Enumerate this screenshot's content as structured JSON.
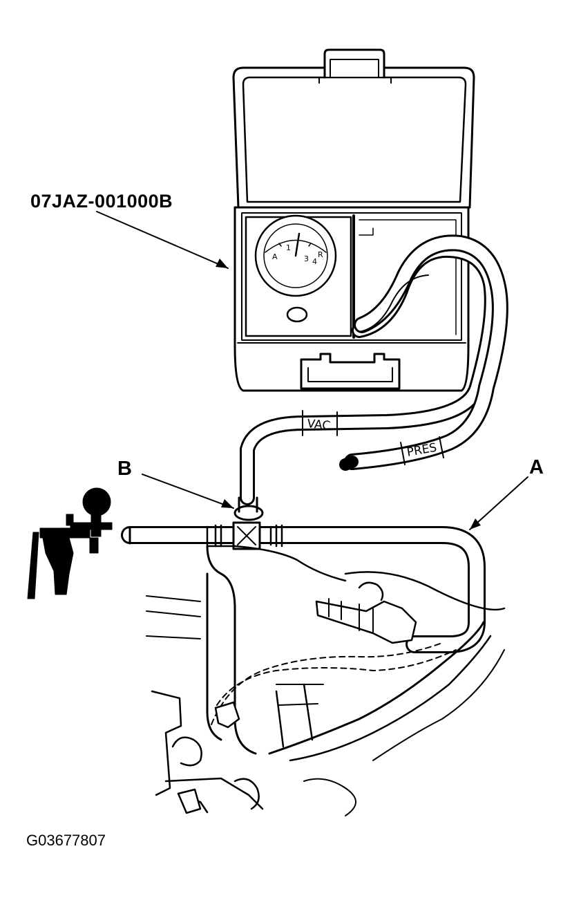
{
  "labels": {
    "tool_number": "07JAZ-001000B",
    "callout_a": "A",
    "callout_b": "B",
    "figure_id": "G03677807"
  },
  "hose_markings": {
    "vac": "VAC",
    "pres": "PRES"
  },
  "gauge": {
    "left_mark": "A",
    "mid_mark": "1",
    "right_mark_1": "3",
    "right_mark_2": "4",
    "far_right_mark": "R"
  }
}
